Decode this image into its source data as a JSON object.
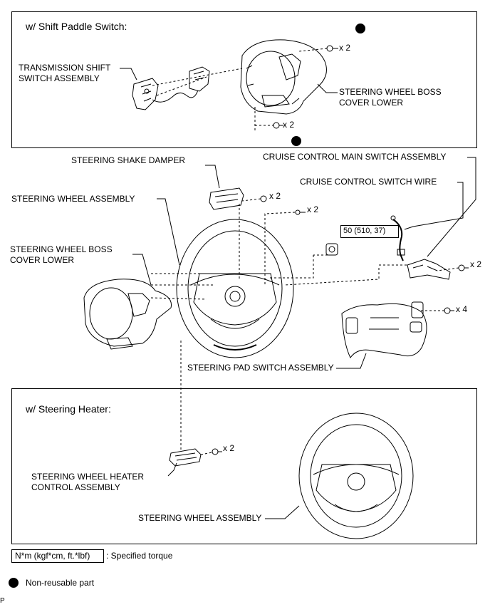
{
  "panels": {
    "shift_paddle_title": "w/ Shift Paddle Switch:",
    "heater_title": "w/ Steering Heater:"
  },
  "labels": {
    "transmission_shift_switch": "TRANSMISSION SHIFT\nSWITCH ASSEMBLY",
    "boss_cover_lower_top": "STEERING WHEEL BOSS\nCOVER LOWER",
    "steering_shake_damper": "STEERING SHAKE DAMPER",
    "cruise_control_main_switch": "CRUISE CONTROL MAIN SWITCH ASSEMBLY",
    "cruise_control_switch_wire": "CRUISE CONTROL SWITCH WIRE",
    "steering_wheel_assembly_main": "STEERING WHEEL ASSEMBLY",
    "boss_cover_lower_main": "STEERING WHEEL BOSS\nCOVER LOWER",
    "steering_pad_switch": "STEERING PAD SWITCH ASSEMBLY",
    "heater_control_assembly": "STEERING WHEEL HEATER\nCONTROL ASSEMBLY",
    "steering_wheel_assembly_heater": "STEERING WHEEL ASSEMBLY"
  },
  "quantities": {
    "paddle_screws_top": "x 2",
    "paddle_screws_bottom": "x 2",
    "damper_bolts": "x 2",
    "wheel_screws": "x 2",
    "cruise_screws": "x 2",
    "pad_switch_screws": "x 4",
    "heater_screws": "x 2"
  },
  "torque": {
    "nut_torque": "50 (510, 37)"
  },
  "legend": {
    "torque_units": "N*m (kgf*cm, ft.*lbf)",
    "torque_meaning": ": Specified torque",
    "non_reusable": "Non-reusable part"
  },
  "footer_code": "P"
}
